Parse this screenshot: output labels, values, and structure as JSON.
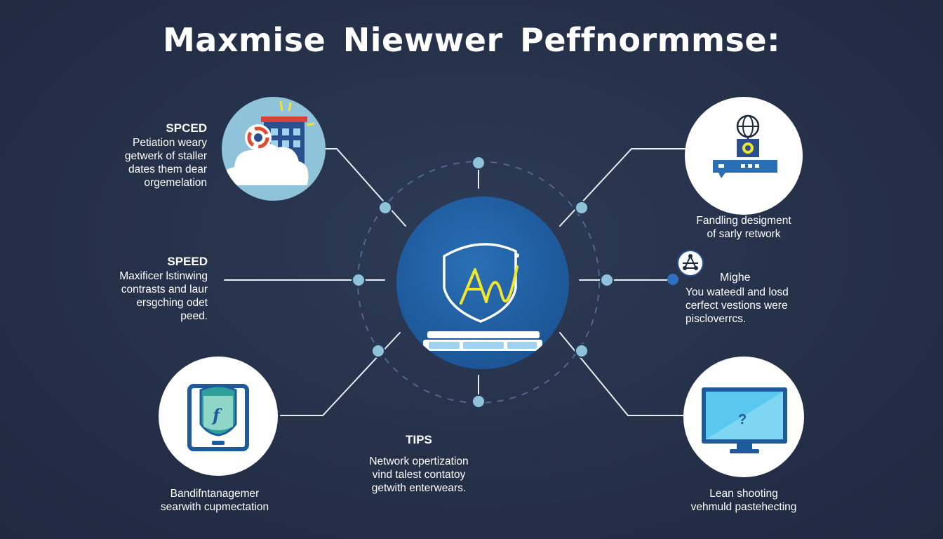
{
  "title": "Maxmise Niewwer  Peffnormmse:",
  "colors": {
    "background": "#253049",
    "center_circle": "#1e5a9c",
    "node_dot": "#8fc3d9",
    "connector": "#e8eef5",
    "dashed_ring": "#4c6a8f",
    "accent_yellow": "#f2e52a",
    "cloud_circle": "#8fc3d9"
  },
  "center": {
    "icon": "shield-router-icon"
  },
  "blocks": {
    "top_left": {
      "heading": "SPCED",
      "lines": [
        "Petiation weary",
        "getwerk of staller",
        "dates them dear",
        "orgemelation"
      ],
      "icon": "cloud-building-icon"
    },
    "mid_left": {
      "heading": "SPEED",
      "lines": [
        "Maxificer lstinwing",
        "contrasts and laur",
        "ersgching odet",
        "peed."
      ]
    },
    "bottom_left": {
      "lines": [
        "Bandifntanagemer",
        "searwith cupmectation"
      ],
      "icon": "tablet-shield-icon"
    },
    "top_right": {
      "lines": [
        "Fandling desigment",
        "of sarly retwork"
      ],
      "icon": "globe-router-icon"
    },
    "mid_right": {
      "heading": "Mighe",
      "lines": [
        "You wateedl and losd",
        "cerfect vestions were",
        "piscloverrcs."
      ],
      "icon": "network-node-icon"
    },
    "bottom_center": {
      "heading": "TIPS",
      "lines": [
        "Network opertization",
        "vind talest contatoy",
        "getwith enterwears."
      ]
    },
    "bottom_right": {
      "lines": [
        "Lean shooting",
        "vehmuld pastehecting"
      ],
      "icon": "monitor-question-icon"
    }
  }
}
